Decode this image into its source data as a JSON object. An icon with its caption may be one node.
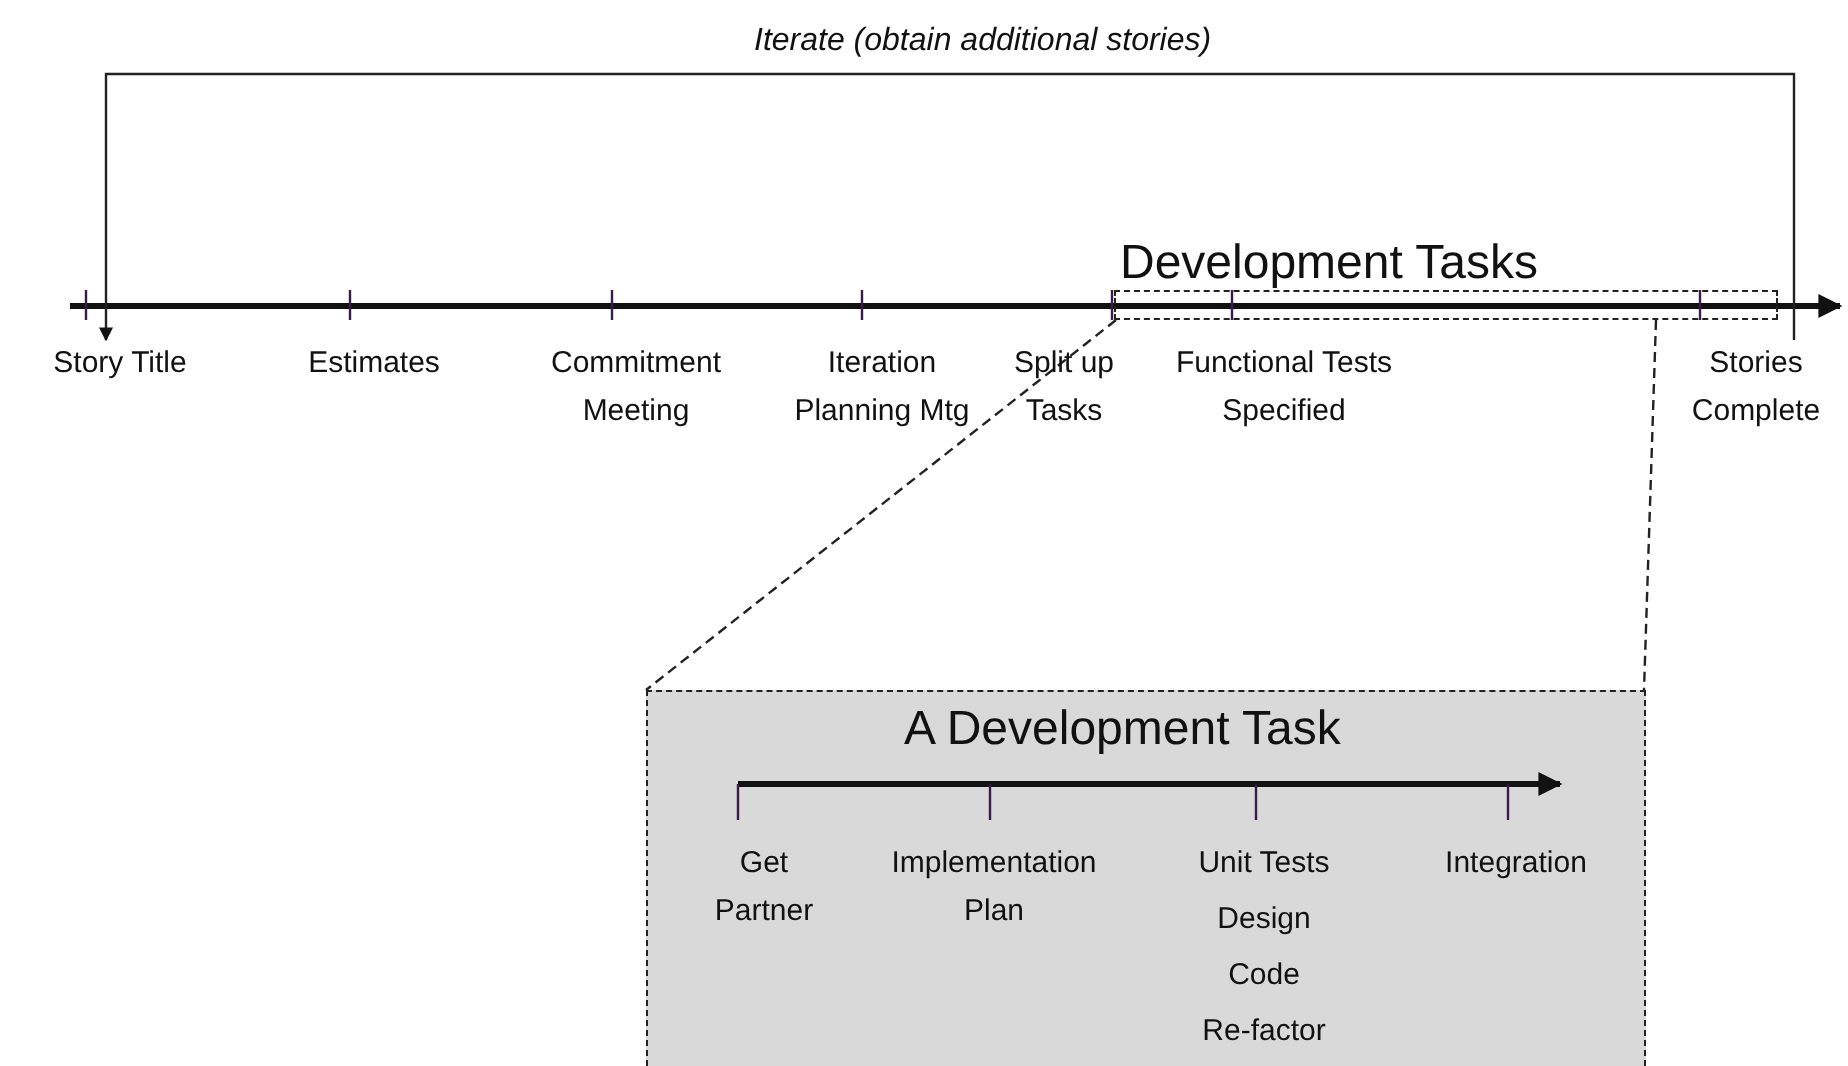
{
  "diagram": {
    "nodes": [
      {
        "text": [
          "Development Tasks"
        ]
      },
      {
        "text": [
          "A Development Task"
        ]
      },
      {
        "text": [
          "Story Title"
        ]
      },
      {
        "text": [
          "Stories Complete"
        ]
      }
    ],
    "edges": [
      {
        "from": 0,
        "to": 1,
        "arrow": "none",
        "style": "dashed"
      },
      {
        "from": 0,
        "to": 1,
        "arrow": "none",
        "style": "dashed"
      },
      {
        "from": 3,
        "to": 2,
        "arrow": "to",
        "label": "Iterate (obtain additional stories)"
      }
    ],
    "labels": [
      "Estimates",
      "Commitment Meeting",
      "Iteration Planning Mtg",
      "Split up Tasks",
      "Functional Tests Specified",
      "Get Partner",
      "Implementation Plan",
      "Unit Tests",
      "Design",
      "Code",
      "Re-factor",
      "Integration"
    ]
  }
}
